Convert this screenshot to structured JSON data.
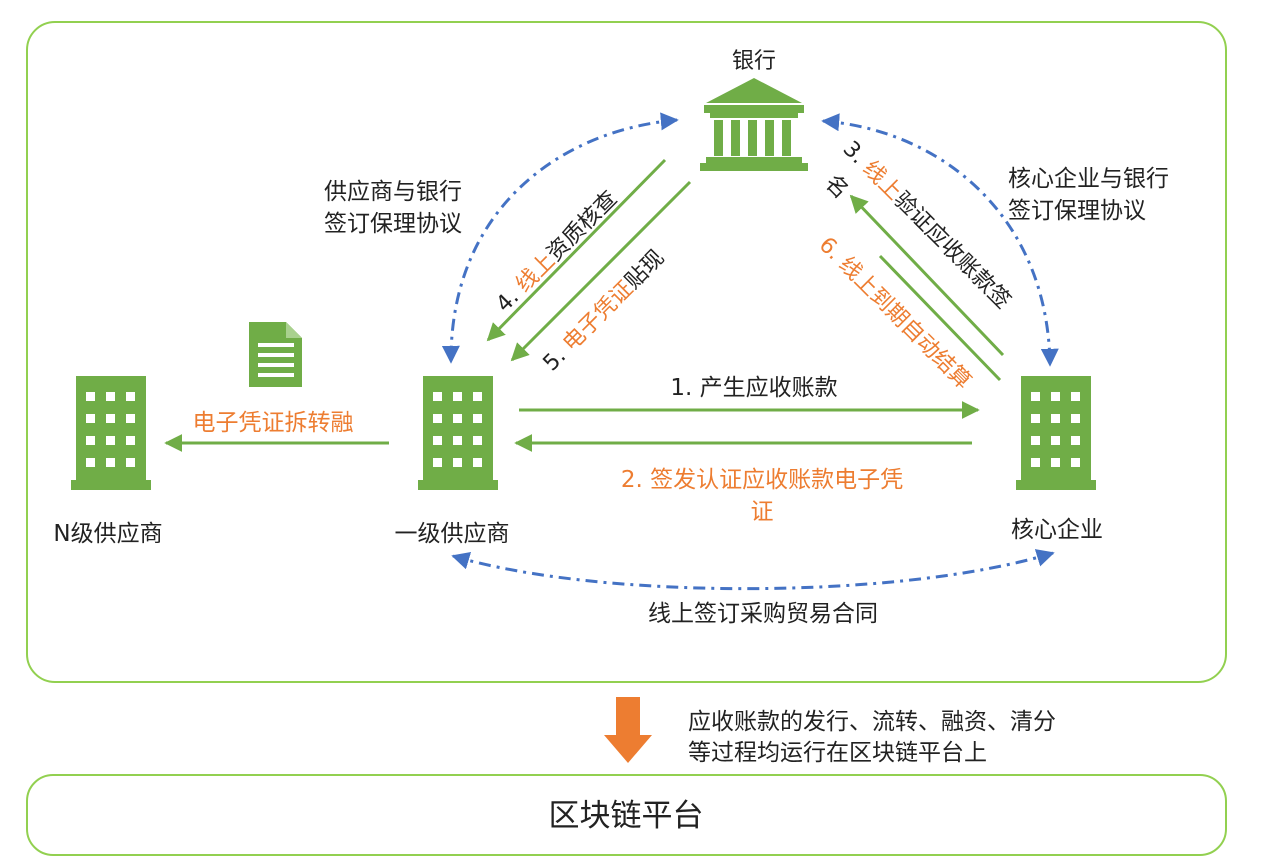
{
  "nodes": {
    "bank": "银行",
    "core": "核心企业",
    "tier1": "一级供应商",
    "tierN": "N级供应商"
  },
  "agreements": {
    "supplier_bank": [
      "供应商与银行",
      "签订保理协议"
    ],
    "core_bank": [
      "核心企业与银行",
      "签订保理协议"
    ],
    "purchase_contract": "线上签订采购贸易合同"
  },
  "steps": {
    "s1": "1. 产生应收账款",
    "s2_lines": [
      "2. 签发认证应收账款电子凭",
      "证"
    ],
    "s3_prefix": "3. ",
    "s3_highlight": "线上",
    "s3_rest": "验证应收账款签",
    "s3_tail": "名",
    "s4_prefix": "4. ",
    "s4_highlight": "线上",
    "s4_rest": "资质核查",
    "s5_prefix": "5. ",
    "s5_highlight": "电子凭证",
    "s5_rest": "贴现",
    "s6": "6. 线上到期自动结算"
  },
  "transfer_label": "电子凭证拆转融",
  "note_lines": [
    "应收账款的发行、流转、融资、清分",
    "等过程均运行在区块链平台上"
  ],
  "platform_label": "区块链平台",
  "colors": {
    "green": "#70AD47",
    "orange": "#ED7D31",
    "blue": "#4472C4",
    "border": "#92D050",
    "text": "#222222"
  },
  "icons": {
    "bank": "bank-icon",
    "building": "building-icon",
    "document": "document-icon",
    "arrow_down": "arrow-down-icon"
  }
}
